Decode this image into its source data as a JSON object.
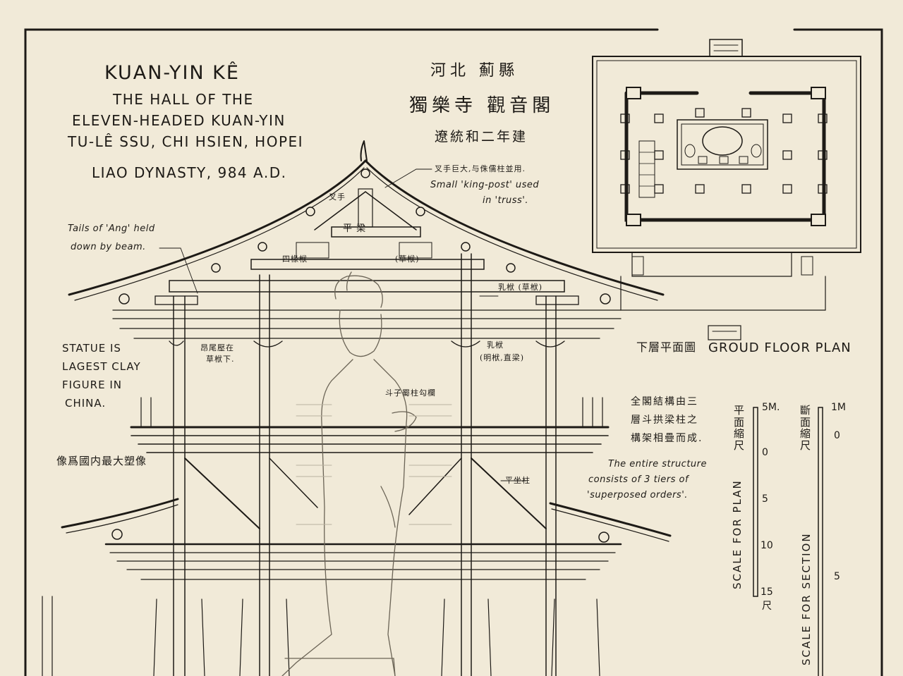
{
  "title": {
    "main": "KUAN-YIN KÊ",
    "line1": "THE HALL OF THE",
    "line2": "ELEVEN-HEADED KUAN-YIN",
    "line3": "TU-LÊ SSU, CHI HSIEN, HOPEI",
    "line4": "LIAO DYNASTY, 984 A.D."
  },
  "chinese_title": {
    "line1": "河北 薊縣",
    "line2": "獨樂寺 觀音閣",
    "line3": "遼統和二年建"
  },
  "annotations": {
    "king_post_cn": "叉手巨大,与侏儒柱並用.",
    "king_post_en1": "Small 'king-post' used",
    "king_post_en2": "in 'truss'.",
    "chashou": "叉手",
    "pingliang": "平 梁",
    "sichuanfu": "四椽栿",
    "caofu": "(草栿)",
    "rufu": "乳栿 (草栿)",
    "rufu2": "乳栿",
    "mingfu": "(明栿,直梁)",
    "ang_tails1": "Tails of 'Ang' held",
    "ang_tails2": "down by beam.",
    "ang_cn1": "昂尾壓在",
    "ang_cn2": "草栿下.",
    "statue1": "STATUE IS",
    "statue2": "LAGEST CLAY",
    "statue3": "FIGURE IN",
    "statue4": "CHINA.",
    "statue_cn": "像爲國内最大塑像",
    "railing_cn": "斗子蜀柱勾欄",
    "pingzuo_cn": "平坐柱",
    "structure_cn1": "全閣結構由三",
    "structure_cn2": "層斗拱梁柱之",
    "structure_cn3": "構架相疊而成.",
    "structure_en1": "The entire structure",
    "structure_en2": "consists of 3 tiers of",
    "structure_en3": "'superposed orders'."
  },
  "plan": {
    "label_cn": "下層平面圖",
    "label_en": "GROUD FLOOR PLAN"
  },
  "scales": {
    "plan_cn": "平面縮尺",
    "plan_en": "SCALE FOR PLAN",
    "plan_unit": "5M.",
    "plan_ticks": [
      "0",
      "5",
      "10",
      "15"
    ],
    "plan_end_cn": "尺",
    "section_cn": "斷面縮尺",
    "section_en": "SCALE FOR SECTION",
    "section_unit": "1M",
    "section_ticks": [
      "0",
      "5"
    ]
  }
}
